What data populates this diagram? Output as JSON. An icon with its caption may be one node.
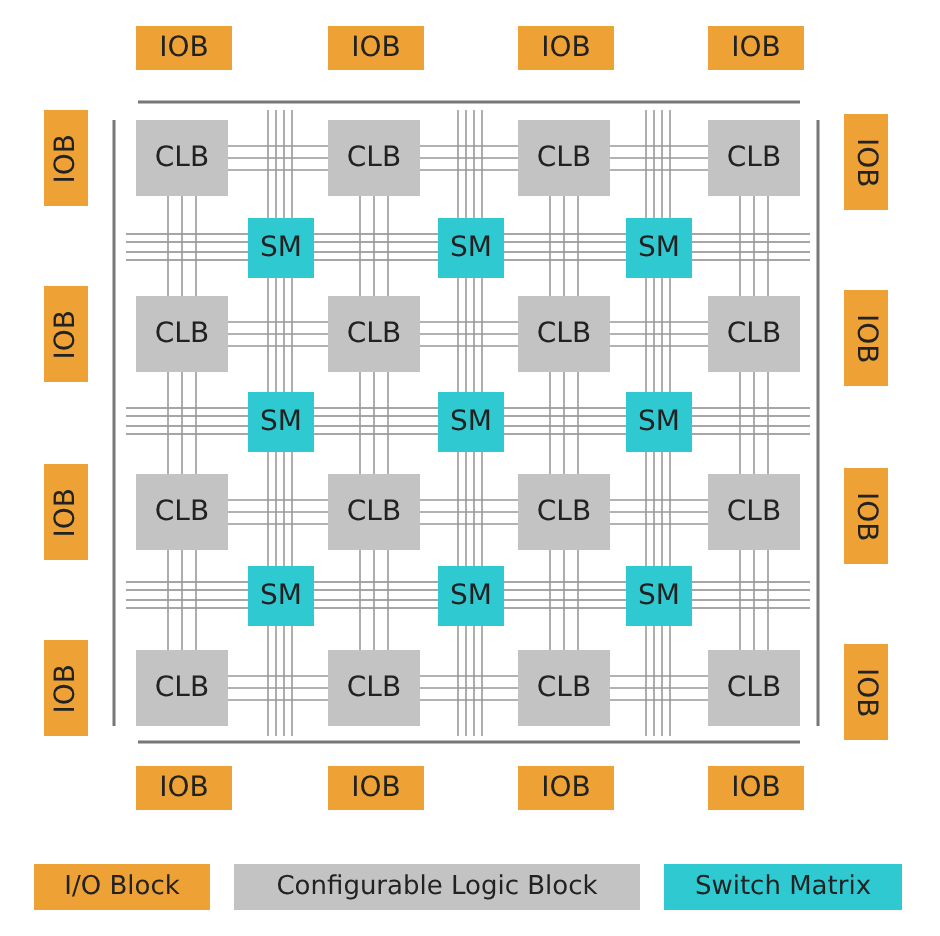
{
  "diagram": {
    "nodes": [
      {
        "text": [
          "IOB"
        ]
      },
      {
        "text": [
          "IOB"
        ]
      },
      {
        "text": [
          "IOB"
        ]
      },
      {
        "text": [
          "IOB"
        ]
      },
      {
        "text": [
          "IOB"
        ]
      },
      {
        "text": [
          "CLB"
        ]
      },
      {
        "text": [
          "CLB"
        ]
      },
      {
        "text": [
          "CLB"
        ]
      },
      {
        "text": [
          "CLB"
        ]
      },
      {
        "text": [
          "IOB"
        ]
      },
      {
        "text": [
          "SM"
        ]
      },
      {
        "text": [
          "SM"
        ]
      },
      {
        "text": [
          "SM"
        ]
      },
      {
        "text": [
          "IOB"
        ]
      },
      {
        "text": [
          "CLB"
        ]
      },
      {
        "text": [
          "CLB"
        ]
      },
      {
        "text": [
          "CLB"
        ]
      },
      {
        "text": [
          "CLB"
        ]
      },
      {
        "text": [
          "IOB"
        ]
      },
      {
        "text": [
          "SM"
        ]
      },
      {
        "text": [
          "SM"
        ]
      },
      {
        "text": [
          "SM"
        ]
      },
      {
        "text": [
          "IOB"
        ]
      },
      {
        "text": [
          "CLB"
        ]
      },
      {
        "text": [
          "CLB"
        ]
      },
      {
        "text": [
          "CLB"
        ]
      },
      {
        "text": [
          "CLB"
        ]
      },
      {
        "text": [
          "IOB"
        ]
      },
      {
        "text": [
          "SM"
        ]
      },
      {
        "text": [
          "SM"
        ]
      },
      {
        "text": [
          "SM"
        ]
      },
      {
        "text": [
          "IOB"
        ]
      },
      {
        "text": [
          "CLB"
        ]
      },
      {
        "text": [
          "CLB"
        ]
      },
      {
        "text": [
          "CLB"
        ]
      },
      {
        "text": [
          "CLB"
        ]
      },
      {
        "text": [
          "IOB"
        ]
      },
      {
        "text": [
          "IOB"
        ]
      },
      {
        "text": [
          "IOB"
        ]
      },
      {
        "text": [
          "IOB"
        ]
      },
      {
        "text": [
          "IOB"
        ]
      }
    ],
    "legend": [
      {
        "text": "I/O Block",
        "color": "#eea236"
      },
      {
        "text": "Configurable Logic Block",
        "color": "#c3c3c3"
      },
      {
        "text": "Switch Matrix",
        "color": "#2ec9d1"
      }
    ]
  }
}
